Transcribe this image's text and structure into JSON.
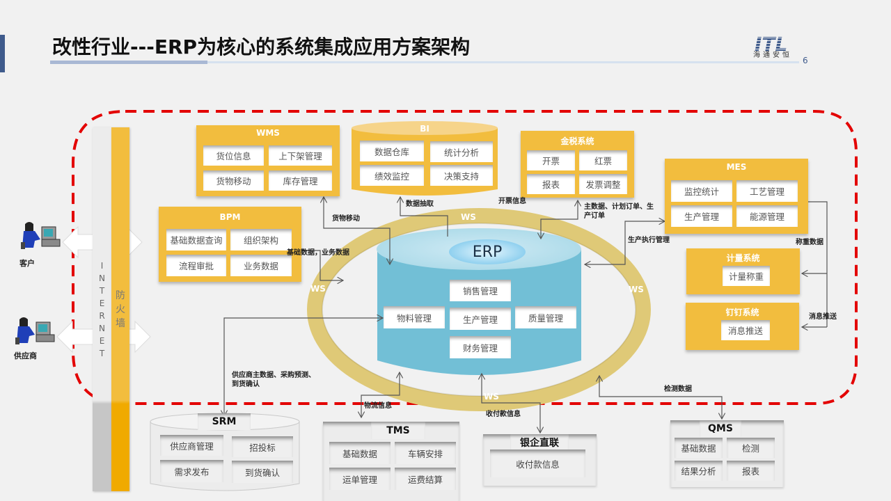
{
  "header": {
    "title": "改性行业---ERP为核心的系统集成应用方案架构",
    "logo_text": "ITL",
    "logo_subtitle": "海通安恒",
    "page_number": "6"
  },
  "colors": {
    "accent_gold": "#f2bd3e",
    "boundary_red": "#e30000",
    "erp_blue": "#72bfd6",
    "ring_tan": "#dfc977",
    "title_blue": "#3f5b8c"
  },
  "actors": [
    {
      "label": "客户"
    },
    {
      "label": "供应商"
    }
  ],
  "left_columns": {
    "internet_label": "INTERNET",
    "internet_letters": [
      "I",
      "N",
      "T",
      "E",
      "R",
      "N",
      "E",
      "T"
    ],
    "firewall_label": "防火墙",
    "firewall_chars": [
      "防",
      "火",
      "墙"
    ]
  },
  "systems": {
    "wms": {
      "title": "WMS",
      "cells": [
        "货位信息",
        "上下架管理",
        "货物移动",
        "库存管理"
      ]
    },
    "bi": {
      "title": "BI",
      "cells": [
        "数据仓库",
        "统计分析",
        "绩效监控",
        "决策支持"
      ]
    },
    "tax": {
      "title": "金税系统",
      "cells": [
        "开票",
        "红票",
        "报表",
        "发票调整"
      ]
    },
    "mes": {
      "title": "MES",
      "cells": [
        "监控统计",
        "工艺管理",
        "生产管理",
        "能源管理"
      ]
    },
    "bpm": {
      "title": "BPM",
      "cells": [
        "基础数据查询",
        "组织架构",
        "流程审批",
        "业务数据"
      ]
    },
    "metering": {
      "title": "计量系统",
      "cells": [
        "计量称重"
      ]
    },
    "dingtalk": {
      "title": "钉钉系统",
      "cells": [
        "消息推送"
      ]
    },
    "erp": {
      "title": "ERP",
      "modules": [
        "销售管理",
        "物料管理",
        "生产管理",
        "质量管理",
        "财务管理"
      ]
    },
    "srm": {
      "title": "SRM",
      "cells": [
        "供应商管理",
        "招投标",
        "需求发布",
        "到货确认"
      ]
    },
    "tms": {
      "title": "TMS",
      "cells": [
        "基础数据",
        "车辆安排",
        "运单管理",
        "运费结算"
      ]
    },
    "bank": {
      "title": "银企直联",
      "cells": [
        "收付款信息"
      ]
    },
    "qms": {
      "title": "QMS",
      "cells": [
        "基础数据",
        "检测",
        "结果分析",
        "报表"
      ]
    }
  },
  "ws_label": "WS",
  "flows": {
    "goods_move": "货物移动",
    "data_extract": "数据抽取",
    "invoice_info": "开票信息",
    "master_data_line1": "主数据、计划订单、生",
    "master_data_line2": "产订单",
    "production_exec": "生产执行管理",
    "bpm_data": "基础数据，业务数据",
    "weighing_data": "称重数据",
    "message_push": "消息推送",
    "srm_line1": "供应商主数据、采购预测、",
    "srm_line2": "到货确认",
    "logistics": "物流信息",
    "payment": "收付款信息",
    "inspection": "检测数据"
  }
}
